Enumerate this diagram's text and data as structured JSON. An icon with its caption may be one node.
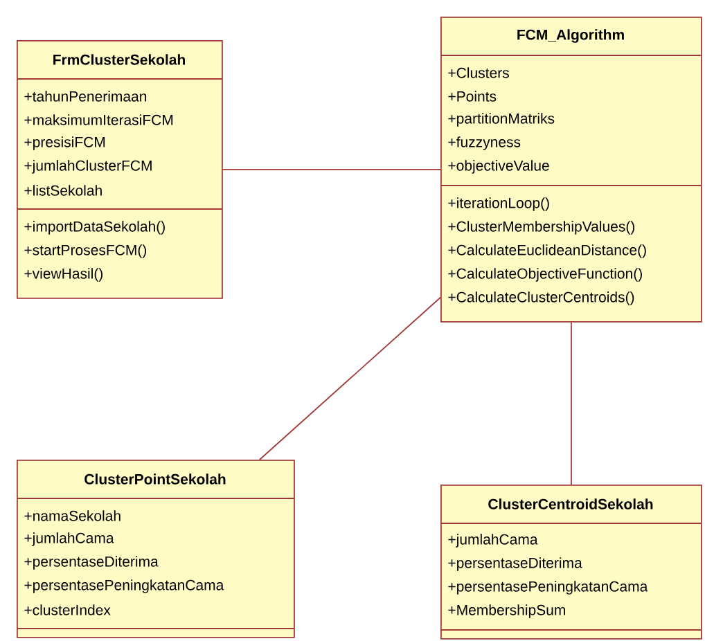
{
  "diagram": {
    "nodes": [
      {
        "text": [
          "FrmClusterSekolah",
          "+tahunPenerimaan",
          "+maksimumIterasiFCM",
          "+presisiFCM",
          "+jumlahClusterFCM",
          "+listSekolah",
          "+importDataSekolah()",
          "+startProsesFCM()",
          "+viewHasil()"
        ]
      },
      {
        "text": [
          "FCM_Algorithm",
          "+Clusters",
          "+Points",
          "+partitionMatriks",
          "+fuzzyness",
          "+objectiveValue",
          "+iterationLoop()",
          "+ClusterMembershipValues()",
          "+CalculateEuclideanDistance()",
          "+CalculateObjectiveFunction()",
          "+CalculateClusterCentroids()"
        ]
      },
      {
        "text": [
          "ClusterPointSekolah",
          "+namaSekolah",
          "+jumlahCama",
          "+persentaseDiterima",
          "+persentasePeningkatanCama",
          "+clusterIndex"
        ]
      },
      {
        "text": [
          "ClusterCentroidSekolah",
          "+jumlahCama",
          "+persentaseDiterima",
          "+persentasePeningkatanCama",
          "+MembershipSum"
        ]
      }
    ],
    "edges": [
      {
        "from": 0,
        "to": 1,
        "arrow": "none"
      },
      {
        "from": 1,
        "to": 2,
        "arrow": "none"
      },
      {
        "from": 1,
        "to": 3,
        "arrow": "none"
      }
    ]
  }
}
